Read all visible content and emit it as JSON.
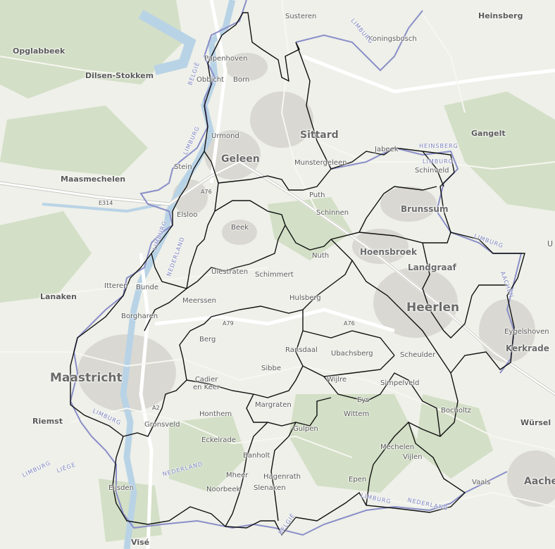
{
  "map": {
    "colors": {
      "land": "#eef0e9",
      "forest": "#d3dfc6",
      "urban": "#d9d8d2",
      "water": "#b9d3e6",
      "boundary": "#111111",
      "national_border": "#8a8ec8",
      "road": "#ffffff"
    },
    "labels": {
      "opglabbeek": "Opglabbeek",
      "dilsen": "Dilsen-Stokkem",
      "maasmechelen": "Maasmechelen",
      "lanaken": "Lanaken",
      "maastricht": "Maastricht",
      "riemst": "Riemst",
      "vise": "Visé",
      "heinsberg": "Heinsberg",
      "susteren": "Susteren",
      "koningsbosch": "Koningsbosch",
      "papenhoven": "Papenhoven",
      "obbicht": "Obbicht",
      "born": "Born",
      "sittard": "Sittard",
      "urmond": "Urmond",
      "geleen": "Geleen",
      "stein": "Stein",
      "elsloo": "Elsloo",
      "gangelt": "Gangelt",
      "jabeek": "Jabeek",
      "schinveld": "Schinveld",
      "munstergeleen": "Munstergeleen",
      "puth": "Puth",
      "schinnen": "Schinnen",
      "brunssum": "Brunssum",
      "beek": "Beek",
      "hoensbroek": "Hoensbroek",
      "landgraaf": "Landgraaf",
      "nuth": "Nuth",
      "ulestraten": "Ulestraten",
      "schimmert": "Schimmert",
      "heerlen": "Heerlen",
      "itteren": "Itteren",
      "bunde": "Bunde",
      "meerssen": "Meerssen",
      "hulsberg": "Hulsberg",
      "borgharen": "Borgharen",
      "berg": "Berg",
      "kerkrade": "Kerkrade",
      "ransdaal": "Ransdaal",
      "ubachsberg": "Ubachsberg",
      "eygelshoven": "Bocholtz",
      "schaesberg": "Eygelshoven",
      "simpelveld": "Simpelveld",
      "wijlre": "Wijlre",
      "cadier": "Cadier\nen Keer",
      "sibbe": "Sibbe",
      "margraten": "Margraten",
      "eys": "Eys",
      "wittem": "Wittem",
      "bocholtz": "Bocholtz",
      "wurselen": "Würsel",
      "honthem": "Honthem",
      "gronsveld": "Gronsveld",
      "gulpen": "Gulpen",
      "eckelrade": "Eckelrade",
      "mechelen": "Mechelen",
      "vijlen": "Vijlen",
      "banholt": "Banholt",
      "eijsden": "Eijsden",
      "mheer": "Mheer",
      "noorbeek": "Noorbeek",
      "slenaken": "Slenaken",
      "epen": "Epen",
      "vaals": "Vaals",
      "aachen": "Aache",
      "hagenrath": "Hagenrath",
      "u": "U",
      "schelzerveld": "Scheulder",
      "a79": "A79",
      "a76": "A76",
      "a2": "A2",
      "e314": "E314",
      "a76b": "A76"
    },
    "border_text": {
      "belgie1": "BELGIË",
      "limburg1": "LIMBURG",
      "nederland1": "NEDERLAND",
      "limburg2": "LIMBURG",
      "nederland2": "NEDERLAND",
      "limburg3": "LIMBURG",
      "limburg4": "LIMBURG",
      "limburg5": "LIMBURG",
      "nederland3": "NEDERLAND",
      "limburg6": "LIMBURG",
      "belgie2": "BELGIË",
      "limburg7": "LIMBURG",
      "liege": "LIÈGE",
      "limburg8": "LIMBURG",
      "nederland4": "NEDERLAND",
      "heinsberg_b": "HEINSBERG",
      "limburg9": "LIMBURG",
      "aachen_b": "AACHEN",
      "belgie3": "BELGIË"
    }
  }
}
